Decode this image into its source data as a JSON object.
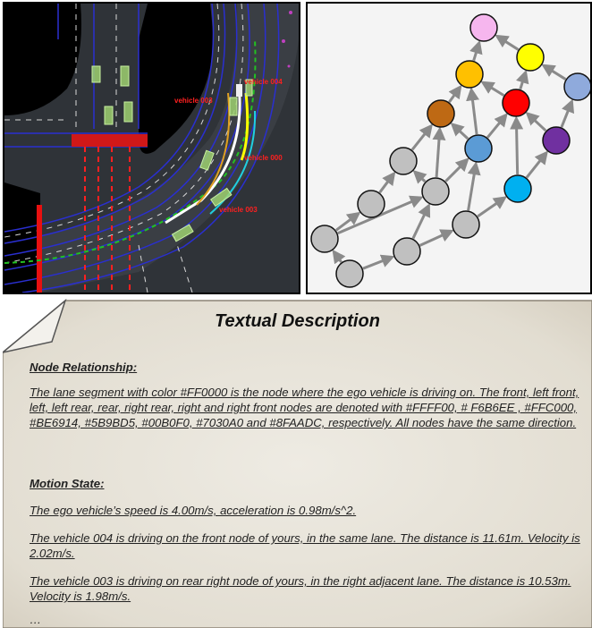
{
  "map": {
    "vehicle_labels": [
      "vehicle 003",
      "vehicle 004",
      "vehicle 000",
      "vehicle 003"
    ]
  },
  "graph": {
    "edge_color": "#8a8a8a",
    "node_colors": {
      "ego": "#FF0000",
      "front": "#FFFF00",
      "left_front": "#F6B6EE",
      "left": "#FFC000",
      "left_rear": "#BE6914",
      "rear": "#5B9BD5",
      "right_rear": "#00B0F0",
      "right": "#7030A0",
      "right_front": "#8FAADC",
      "other": "#c0c0c0"
    }
  },
  "card": {
    "title": "Textual Description",
    "node_heading": "Node Relationship:",
    "node_text": "The lane segment with color #FF0000 is the node where the ego vehicle is driving on. The front, left front, left, left rear, rear, right rear, right and right front nodes are denoted with #FFFF00, # F6B6EE , #FFC000, #BE6914, #5B9BD5, #00B0F0, #7030A0 and #8FAADC, respectively. All nodes have the same direction.",
    "motion_heading": "Motion State:",
    "motion_lines": [
      "The ego vehicle’s speed is 4.00m/s, acceleration is 0.98m/s^2.",
      "The vehicle 004 is driving on the front node of yours, in the same lane. The distance is 11.61m. Velocity is 2.02m/s.",
      "The vehicle 003 is driving on rear right node of yours, in the right adjacent lane. The distance is 10.53m. Velocity is 1.98m/s."
    ],
    "ellipsis": "…"
  }
}
